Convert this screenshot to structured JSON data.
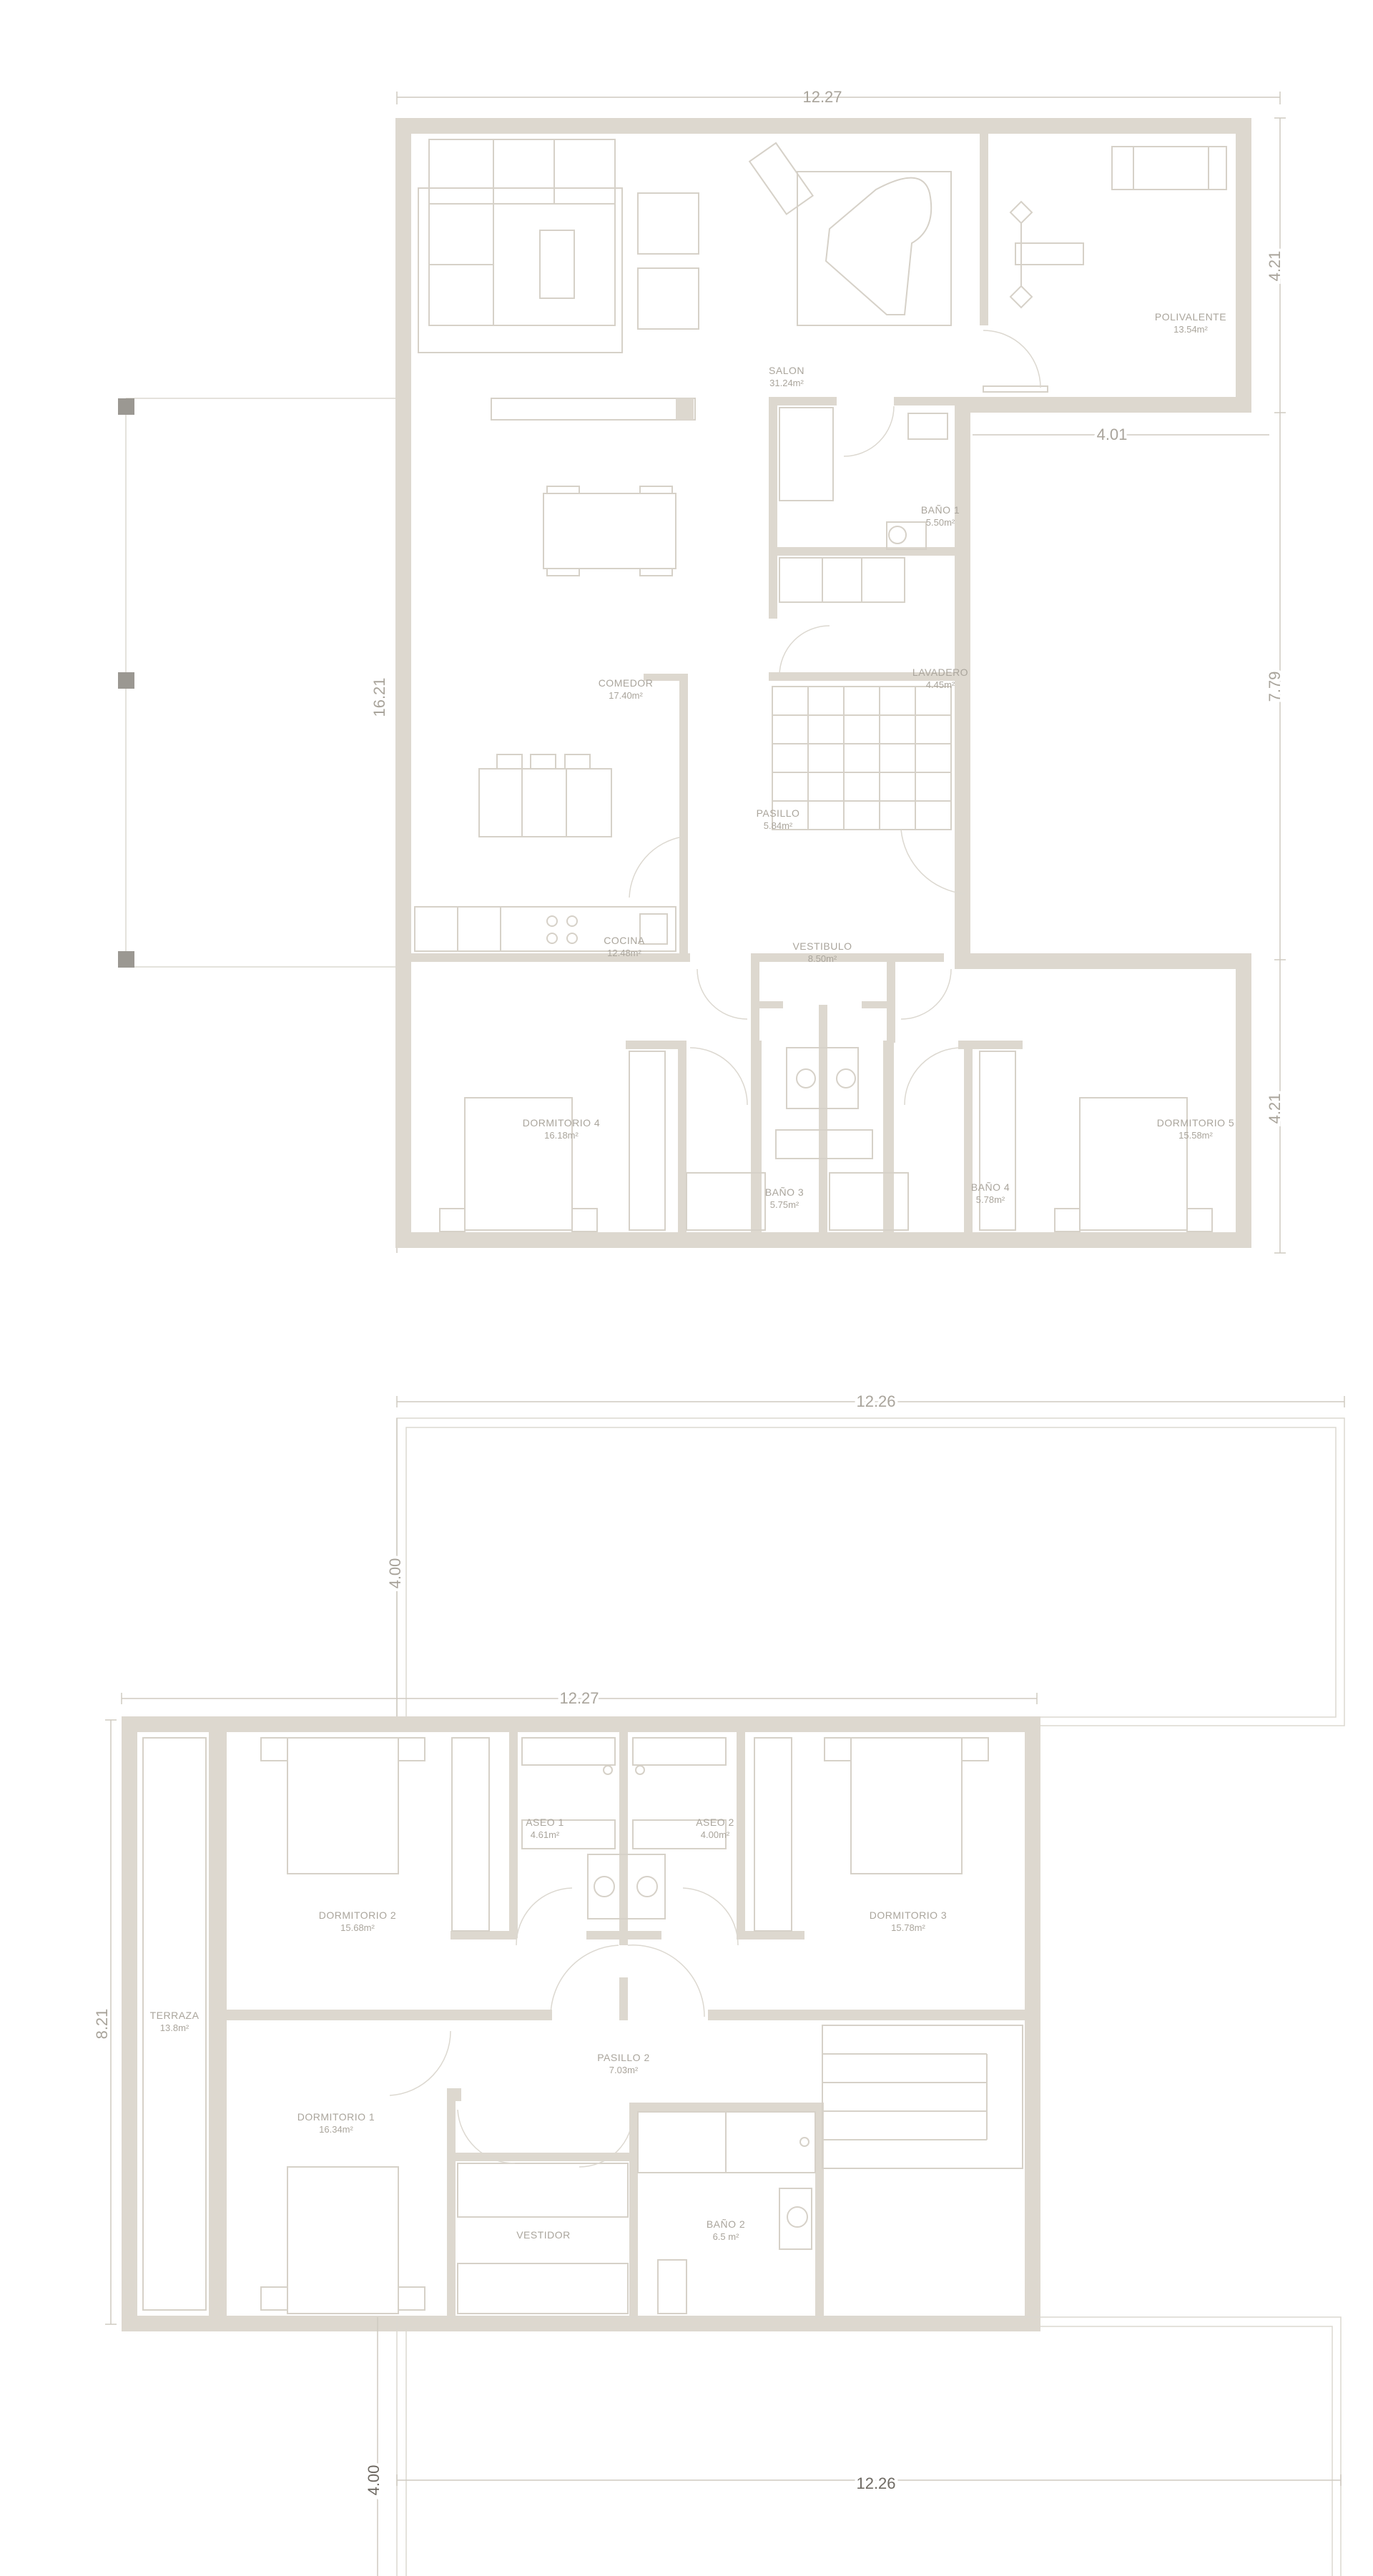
{
  "colors": {
    "wall": "#ddd8cf",
    "fixture": "#d6d1c8",
    "dimension_text": "#a9a49b",
    "room_label": "#aaa59c",
    "marker": "#9b9892"
  },
  "ground_floor": {
    "dims": {
      "top_width": "12.27",
      "left_height": "16.21",
      "right_top": "4.21",
      "right_mid": "7.79",
      "right_bottom": "4.21",
      "notch_width": "4.01"
    },
    "rooms": [
      {
        "name": "SALON",
        "area": "31.24m²"
      },
      {
        "name": "POLIVALENTE",
        "area": "13.54m²"
      },
      {
        "name": "BAÑO 1",
        "area": "5.50m²"
      },
      {
        "name": "COMEDOR",
        "area": "17.40m²"
      },
      {
        "name": "LAVADERO",
        "area": "4.45m²"
      },
      {
        "name": "PASILLO",
        "area": "5.84m²"
      },
      {
        "name": "COCINA",
        "area": "12.48m²"
      },
      {
        "name": "VESTIBULO",
        "area": "8.50m²"
      },
      {
        "name": "DORMITORIO 4",
        "area": "16.18m²"
      },
      {
        "name": "BAÑO 3",
        "area": "5.75m²"
      },
      {
        "name": "BAÑO 4",
        "area": "5.78m²"
      },
      {
        "name": "DORMITORIO 5",
        "area": "15.58m²"
      }
    ]
  },
  "first_floor": {
    "dims": {
      "top_roof_width": "12.26",
      "top_roof_depth": "4.00",
      "floor_width": "12.27",
      "floor_depth": "8.21",
      "bottom_roof_depth": "4.00",
      "bottom_roof_width": "12.26"
    },
    "rooms": [
      {
        "name": "DORMITORIO 2",
        "area": "15.68m²"
      },
      {
        "name": "ASEO 1",
        "area": "4.61m²"
      },
      {
        "name": "ASEO 2",
        "area": "4.00m²"
      },
      {
        "name": "DORMITORIO 3",
        "area": "15.78m²"
      },
      {
        "name": "TERRAZA",
        "area": "13.8m²"
      },
      {
        "name": "PASILLO 2",
        "area": "7.03m²"
      },
      {
        "name": "DORMITORIO 1",
        "area": "16.34m²"
      },
      {
        "name": "VESTIDOR",
        "area": ""
      },
      {
        "name": "BAÑO 2",
        "area": "6.5 m²"
      }
    ]
  }
}
